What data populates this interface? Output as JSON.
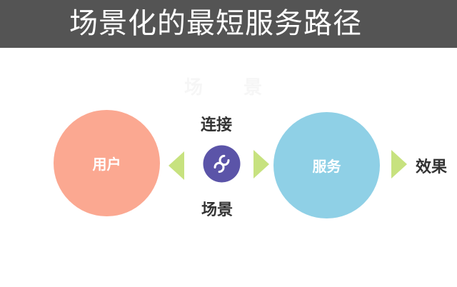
{
  "header": {
    "title": "场景化的最短服务路径"
  },
  "diagram": {
    "ghost_text": "场 景",
    "user_label": "用户",
    "service_label": "服务",
    "connect_label": "连接",
    "scene_label": "场景",
    "effect_label": "效果",
    "icon": "mini-program-icon"
  },
  "colors": {
    "header_bg": "#545454",
    "user_circle": "#fba891",
    "service_circle": "#8fd0e6",
    "arrow": "#c7e27f",
    "icon_bg": "#5b54a8"
  }
}
